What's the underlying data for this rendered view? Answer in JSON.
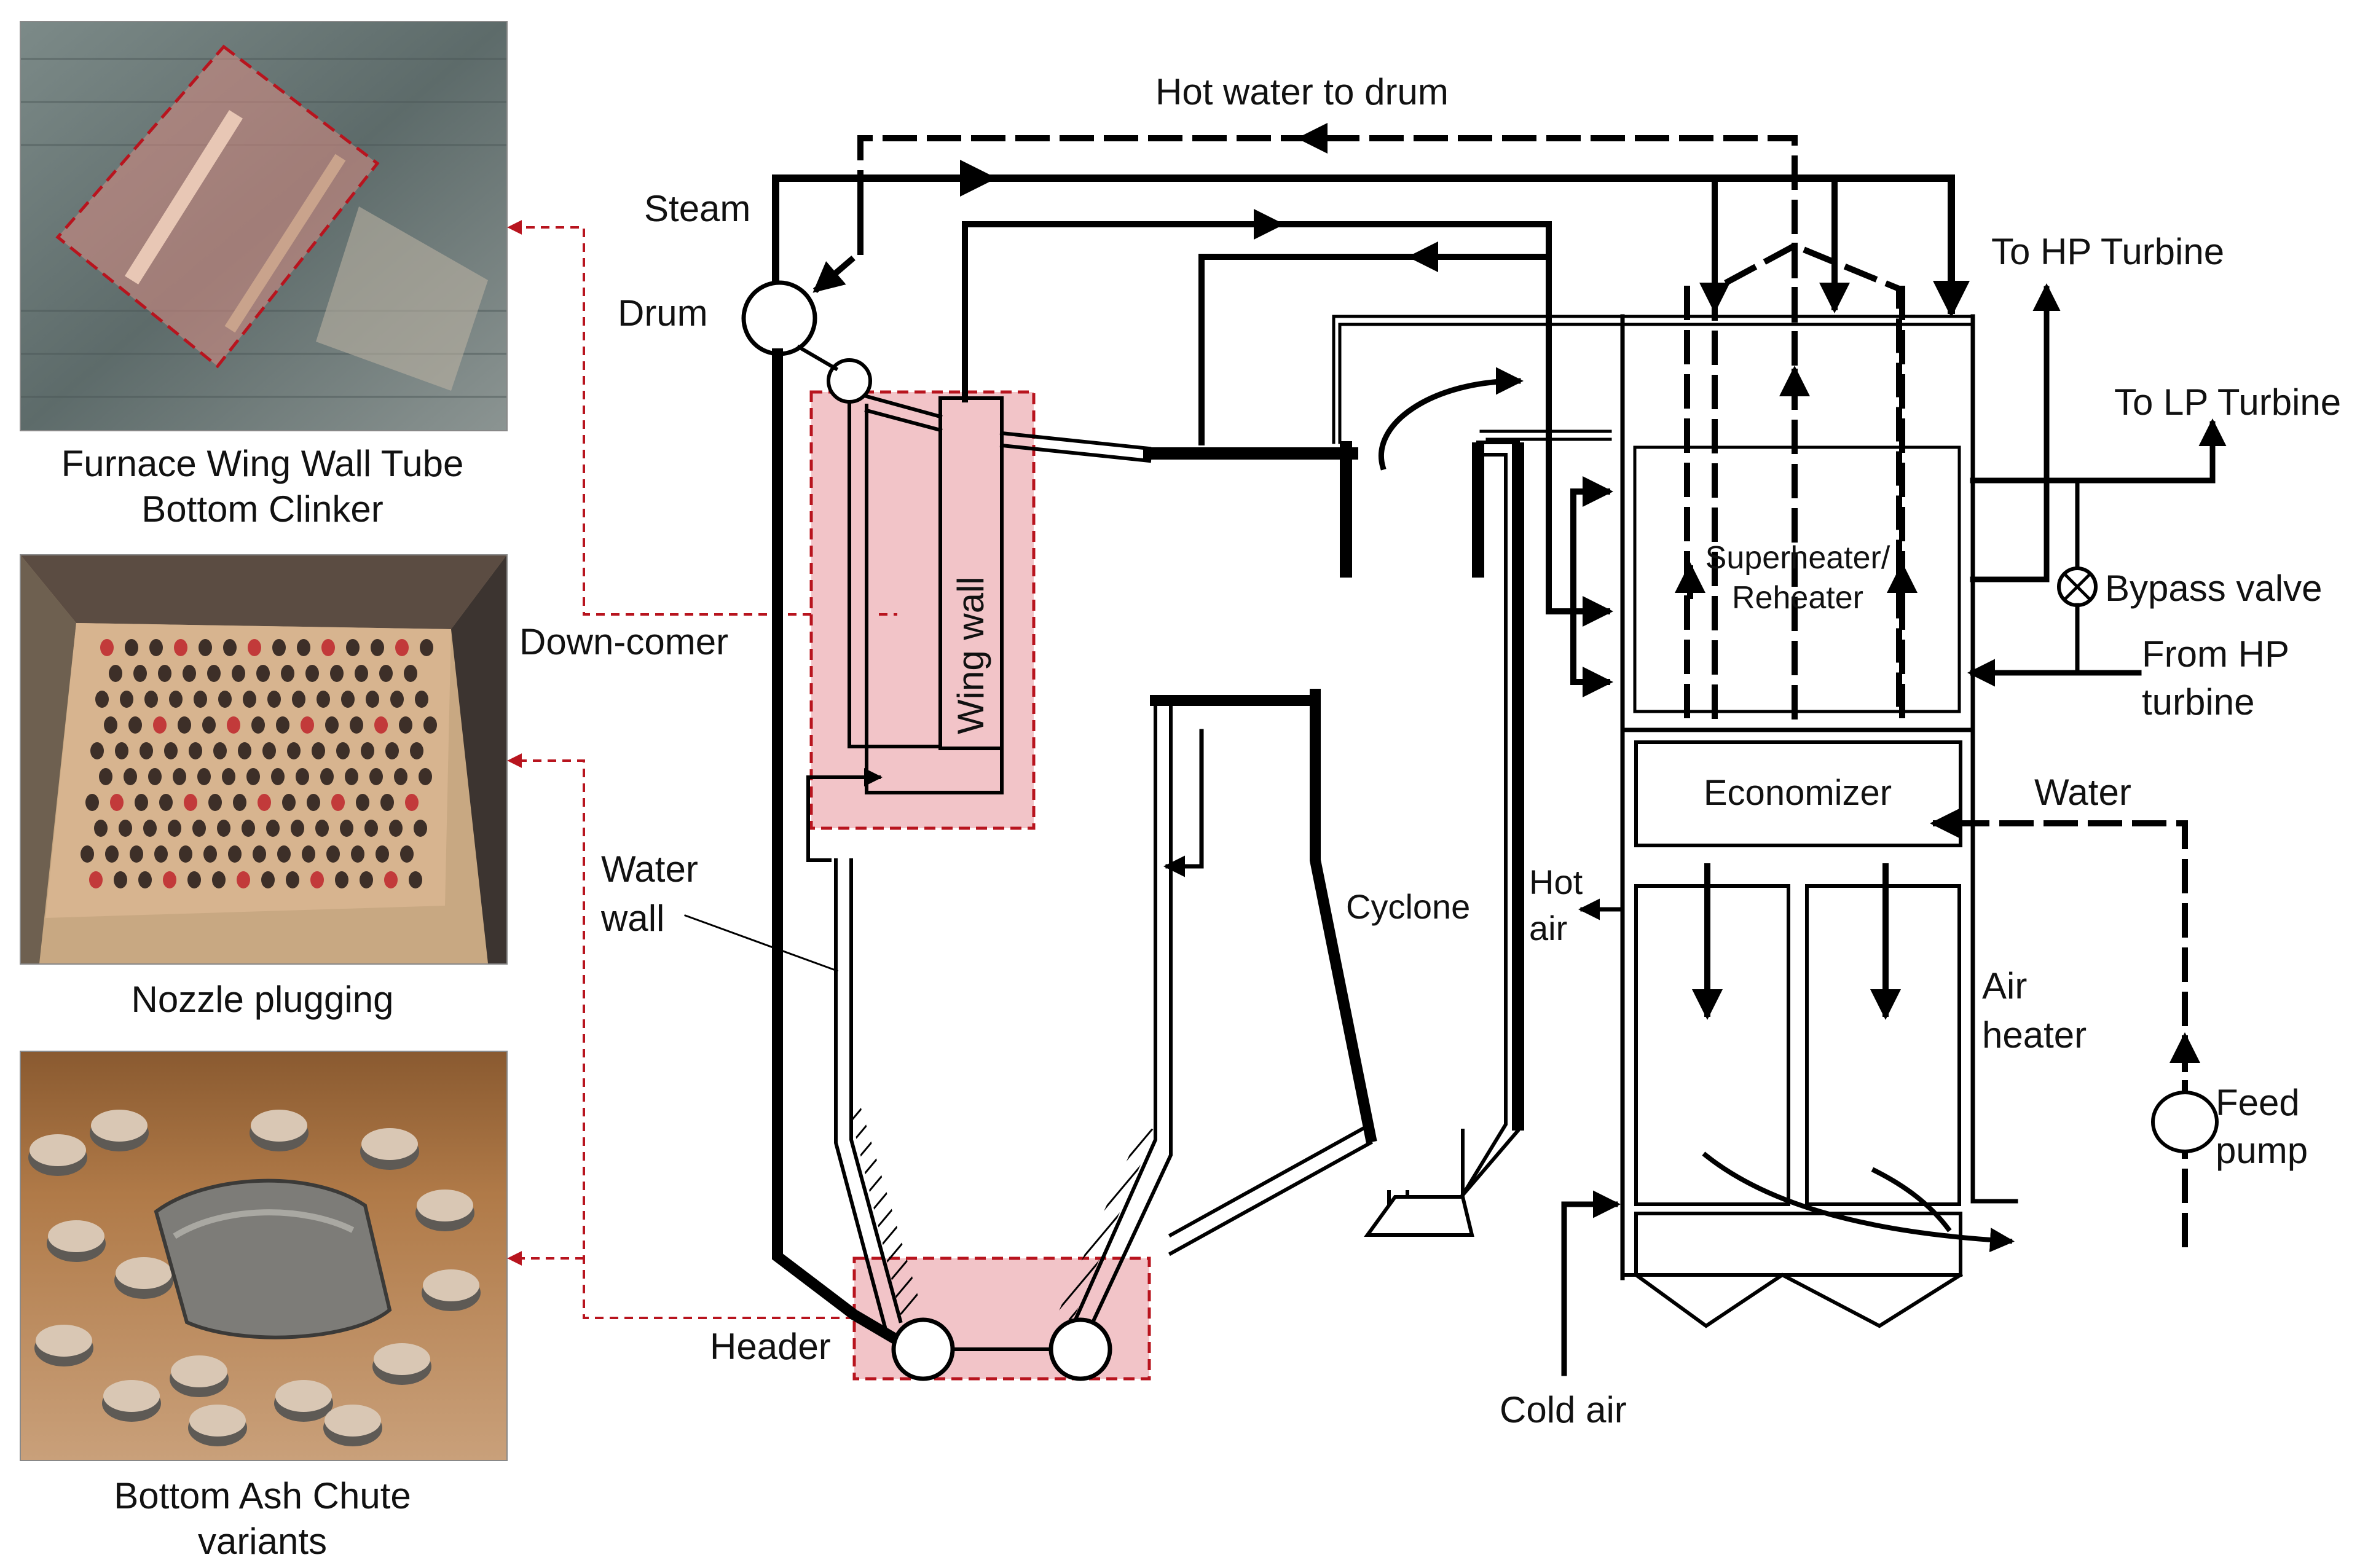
{
  "photos": [
    {
      "caption_line1": "Furnace Wing Wall Tube",
      "caption_line2": "Bottom Clinker"
    },
    {
      "caption_line1": "Nozzle plugging",
      "caption_line2": ""
    },
    {
      "caption_line1": "Bottom Ash Chute",
      "caption_line2": "variants"
    }
  ],
  "labels": {
    "hot_water_to_drum": "Hot water to drum",
    "steam": "Steam",
    "drum": "Drum",
    "down_comer": "Down-comer",
    "wing_wall": "Wing wall",
    "water_wall_1": "Water",
    "water_wall_2": "wall",
    "header": "Header",
    "cyclone": "Cyclone",
    "hot_air_1": "Hot",
    "hot_air_2": "air",
    "cold_air": "Cold air",
    "superheater_1": "Superheater/",
    "superheater_2": "Reheater",
    "economizer": "Economizer",
    "air_heater_1": "Air",
    "air_heater_2": "heater",
    "to_hp_turbine": "To HP Turbine",
    "to_lp_turbine": "To LP Turbine",
    "bypass_valve": "Bypass valve",
    "from_hp_1": "From HP",
    "from_hp_2": "turbine",
    "water": "Water",
    "feed_pump_1": "Feed",
    "feed_pump_2": "pump"
  },
  "colors": {
    "highlight_fill": "#f2c4c8",
    "highlight_stroke": "#b8141e",
    "line": "#000000"
  }
}
